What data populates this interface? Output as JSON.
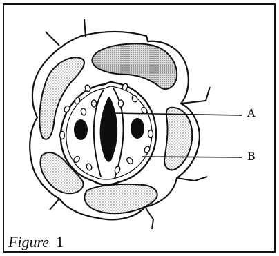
{
  "labels": {
    "a": "A",
    "b": "B"
  },
  "caption": {
    "word": "Figure",
    "number": "1"
  }
}
